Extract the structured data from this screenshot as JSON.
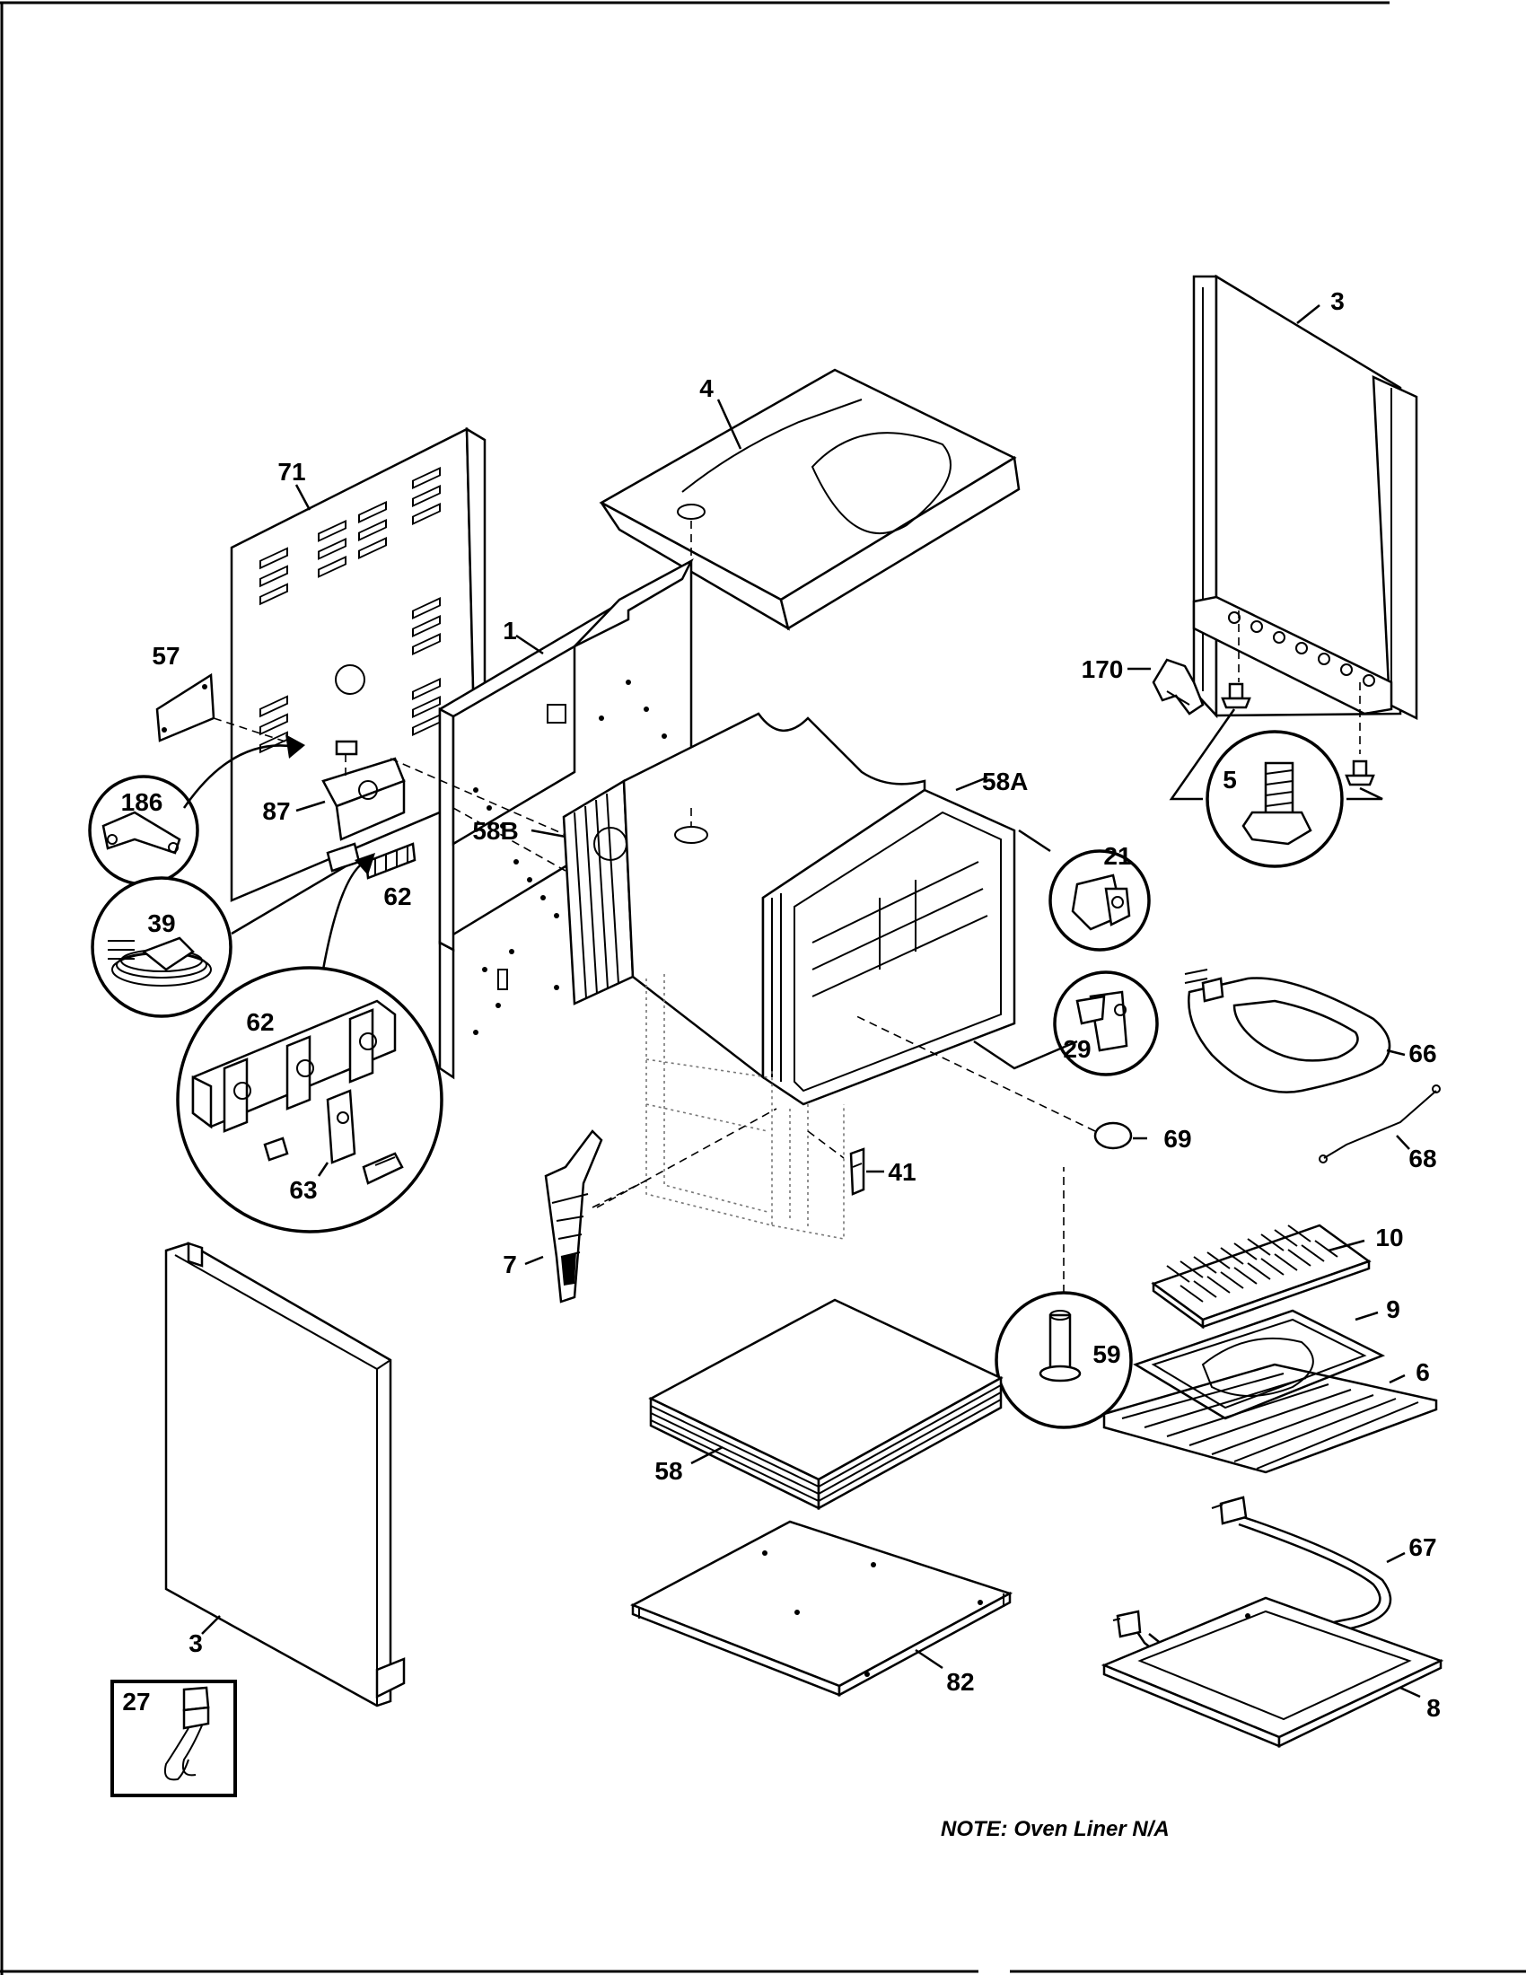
{
  "labels": {
    "p3_right": "3",
    "p4": "4",
    "p71": "71",
    "p57": "57",
    "p1": "1",
    "p170": "170",
    "p5": "5",
    "p186": "186",
    "p87": "87",
    "p58b": "58B",
    "p58a": "58A",
    "p21": "21",
    "p39": "39",
    "p62_small": "62",
    "p62_detail": "62",
    "p63": "63",
    "p29": "29",
    "p66": "66",
    "p69": "69",
    "p68": "68",
    "p41": "41",
    "p7": "7",
    "p10": "10",
    "p9": "9",
    "p59": "59",
    "p6": "6",
    "p58": "58",
    "p67": "67",
    "p3_left": "3",
    "p27": "27",
    "p82": "82",
    "p8": "8"
  },
  "note": "NOTE:  Oven Liner N/A"
}
